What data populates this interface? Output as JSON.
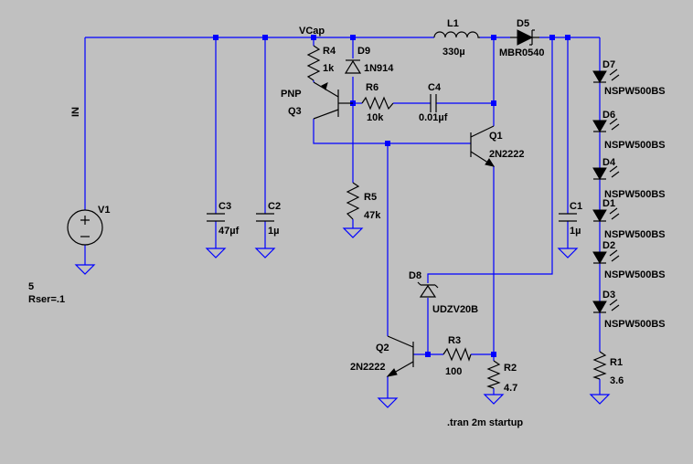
{
  "nets": {
    "vcap": "VCap",
    "in": "IN"
  },
  "source": {
    "name": "V1",
    "value": "5",
    "param": "Rser=.1"
  },
  "inductor": {
    "name": "L1",
    "value": "330µ"
  },
  "diodes": {
    "d5": {
      "name": "D5",
      "value": "MBR0540"
    },
    "d9": {
      "name": "D9",
      "value": "1N914"
    },
    "d8": {
      "name": "D8",
      "value": "UDZV20B"
    }
  },
  "leds": [
    {
      "name": "D7",
      "value": "NSPW500BS"
    },
    {
      "name": "D6",
      "value": "NSPW500BS"
    },
    {
      "name": "D4",
      "value": "NSPW500BS"
    },
    {
      "name": "D1",
      "value": "NSPW500BS"
    },
    {
      "name": "D2",
      "value": "NSPW500BS"
    },
    {
      "name": "D3",
      "value": "NSPW500BS"
    }
  ],
  "resistors": {
    "r4": {
      "name": "R4",
      "value": "1k"
    },
    "r6": {
      "name": "R6",
      "value": "10k"
    },
    "r5": {
      "name": "R5",
      "value": "47k"
    },
    "r3": {
      "name": "R3",
      "value": "100"
    },
    "r2": {
      "name": "R2",
      "value": "4.7"
    },
    "r1": {
      "name": "R1",
      "value": "3.6"
    }
  },
  "capacitors": {
    "c3": {
      "name": "C3",
      "value": "47µf"
    },
    "c2": {
      "name": "C2",
      "value": "1µ"
    },
    "c4": {
      "name": "C4",
      "value": "0.01µf"
    },
    "c1": {
      "name": "C1",
      "value": "1µ"
    }
  },
  "transistors": {
    "q3": {
      "name": "Q3",
      "type": "PNP"
    },
    "q1": {
      "name": "Q1",
      "value": "2N2222"
    },
    "q2": {
      "name": "Q2",
      "value": "2N2222"
    }
  },
  "directive": ".tran 2m startup",
  "colors": {
    "background": "#c0c0c0",
    "wire": "#0000ff",
    "component": "#000000"
  }
}
